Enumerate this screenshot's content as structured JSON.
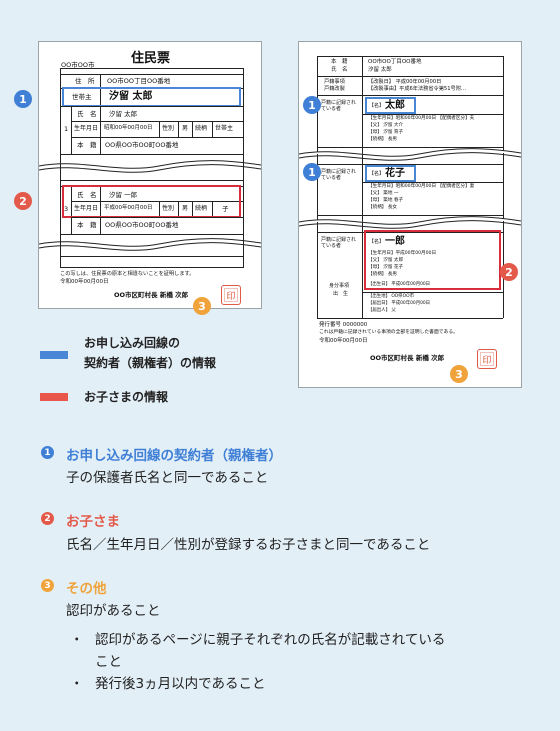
{
  "doc1": {
    "office": "OO市OO市",
    "title": "住民票",
    "address_label": "住　所",
    "address_value": "OO市OO丁目OO番地",
    "householder_label": "世帯主",
    "householder_value": "汐留 太郎",
    "name_label": "氏　名",
    "name1_value": "汐留 太郎",
    "row_no_1": "1",
    "birth_label": "生年月日",
    "birth1_value": "昭和00年00月00日",
    "sex_label": "性別",
    "sex1_value": "男",
    "relation_label": "続柄",
    "relation1_value": "世帯主",
    "domicile_label": "本　籍",
    "domicile1_value": "OO県OO市OO町OO番地",
    "name2_value": "汐留 一郎",
    "row_no_3": "3",
    "birth2_value": "平成00年00月00日",
    "sex2_value": "男",
    "relation2_value": "子",
    "domicile2_value": "OO県OO市OO町OO番地",
    "cert_line1": "この写しは、住民票の原本と相違ないことを証明します。",
    "cert_line2": "令和00年00月00日",
    "mayor": "OO市区町村長 新橋 次郎",
    "seal": "印"
  },
  "doc2": {
    "domicile_label": "本　籍",
    "domicile_value": "OO市OO丁目OO番地",
    "name_label": "氏　名",
    "name_value": "汐留 太郎",
    "family_items_label": "戸籍事項",
    "family_items_sub": "戸籍改製",
    "family_items_line1": "【改製日】 平成00年00月00日",
    "family_items_line2": "【改製事由】平成6年法務省令第51号附…",
    "person_label": "戸籍に記録されている者",
    "person1_name_prefix": "【名】",
    "person1_name": "太郎",
    "person1_birth": "【生年月日】昭和00年00月00日 【配偶者区分】夫",
    "person1_father": "【父】 汐留 大介",
    "person1_mother": "【母】 汐留 育子",
    "person1_relation": "【続柄】 長男",
    "person2_name_prefix": "【名】",
    "person2_name": "花子",
    "person2_birth": "【生年月日】昭和00年00月00日 【配偶者区分】妻",
    "person2_father": "【父】 築地 一",
    "person2_mother": "【母】 築地 春子",
    "person2_relation": "【続柄】 長女",
    "person3_name_prefix": "【名】",
    "person3_name": "一郎",
    "person3_birth": "【生年月日】平成00年00月00日",
    "person3_father": "【父】 汐留 太郎",
    "person3_mother": "【母】 汐留 花子",
    "person3_relation": "【続柄】 長男",
    "status_label": "身分事項",
    "status_sub": "出　生",
    "status_line1": "【出生日】 平成00年00月00日",
    "status_line2": "【出生地】 OO県OO市",
    "status_line3": "【届出日】 平成00年00月00日",
    "status_line4": "【届出人】 父",
    "issue_no": "発行番号 0000000",
    "cert_line1": "これは戸籍に記録されている事項の全部を証明した書面である。",
    "cert_line2": "令和00年00月00日",
    "mayor": "OO市区町村長 新橋 次郎",
    "seal": "印"
  },
  "markers": {
    "one": "1",
    "two": "2",
    "three": "3"
  },
  "legend": {
    "blue_line1": "お申し込み回線の",
    "blue_line2": "契約者（親権者）の情報",
    "red": "お子さまの情報",
    "blue_color": "#4a86d6",
    "red_color": "#e8574a"
  },
  "sections": [
    {
      "num": "1",
      "title": "お申し込み回線の契約者（親権者）",
      "body": "子の保護者氏名と同一であること",
      "color": "#3f7fd6"
    },
    {
      "num": "2",
      "title": "お子さま",
      "body": "氏名／生年月日／性別が登録するお子さまと同一であること",
      "color": "#e35a4b"
    },
    {
      "num": "3",
      "title": "その他",
      "body": "認印があること",
      "color": "#f0a33a"
    }
  ],
  "bullets": {
    "item1_line1": "認印があるページに親子それぞれの氏名が記載されている",
    "item1_line2": "こと",
    "item2": "発行後3ヵ月以内であること",
    "mark": "・"
  }
}
